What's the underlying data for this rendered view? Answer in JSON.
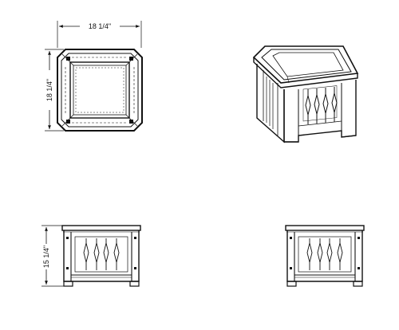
{
  "dimensions": {
    "width": "18 1/4\"",
    "depth": "18 1/4\"",
    "height": "15 1/4\""
  },
  "views": [
    "top",
    "isometric",
    "front",
    "side"
  ]
}
